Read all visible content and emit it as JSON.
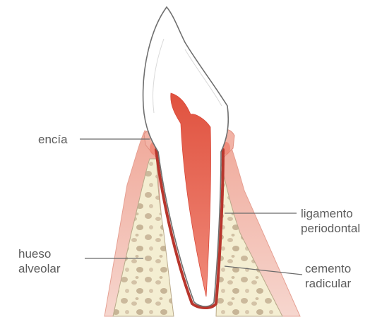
{
  "labels": {
    "gingiva": "encía",
    "bone": [
      "hueso",
      "alveolar"
    ],
    "ligament": [
      "ligamento",
      "periodontal"
    ],
    "cementum": [
      "cemento",
      "radicular"
    ]
  },
  "colors": {
    "gingiva": "#f3c7bd",
    "gingiva_dark": "#e8998a",
    "bone_fill": "#f3edcf",
    "bone_spots": "#c9b79a",
    "pulp": "#e35d4d",
    "ligament": "#b8362d",
    "enamel": "#ffffff",
    "outline": "#6f6f6f"
  }
}
